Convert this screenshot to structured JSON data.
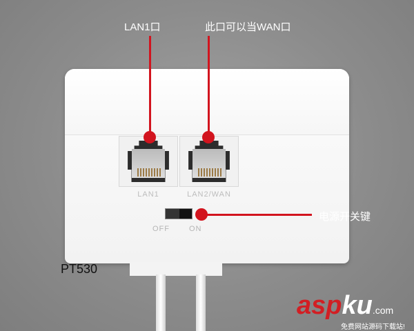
{
  "callouts": {
    "lan1": "LAN1口",
    "wan": "此口可以当WAN口",
    "power": "电源开关键"
  },
  "ports": [
    {
      "label": "LAN1"
    },
    {
      "label": "LAN2/WAN"
    }
  ],
  "switch": {
    "off_label": "OFF",
    "on_label": "ON",
    "state": "ON"
  },
  "model": "PT530",
  "watermark": {
    "brand_red": "asp",
    "brand_white": "ku",
    "domain": ".com",
    "tagline": "免费网站源码下载站!"
  },
  "colors": {
    "accent": "#d2141e",
    "background": "#8b8b8b"
  }
}
